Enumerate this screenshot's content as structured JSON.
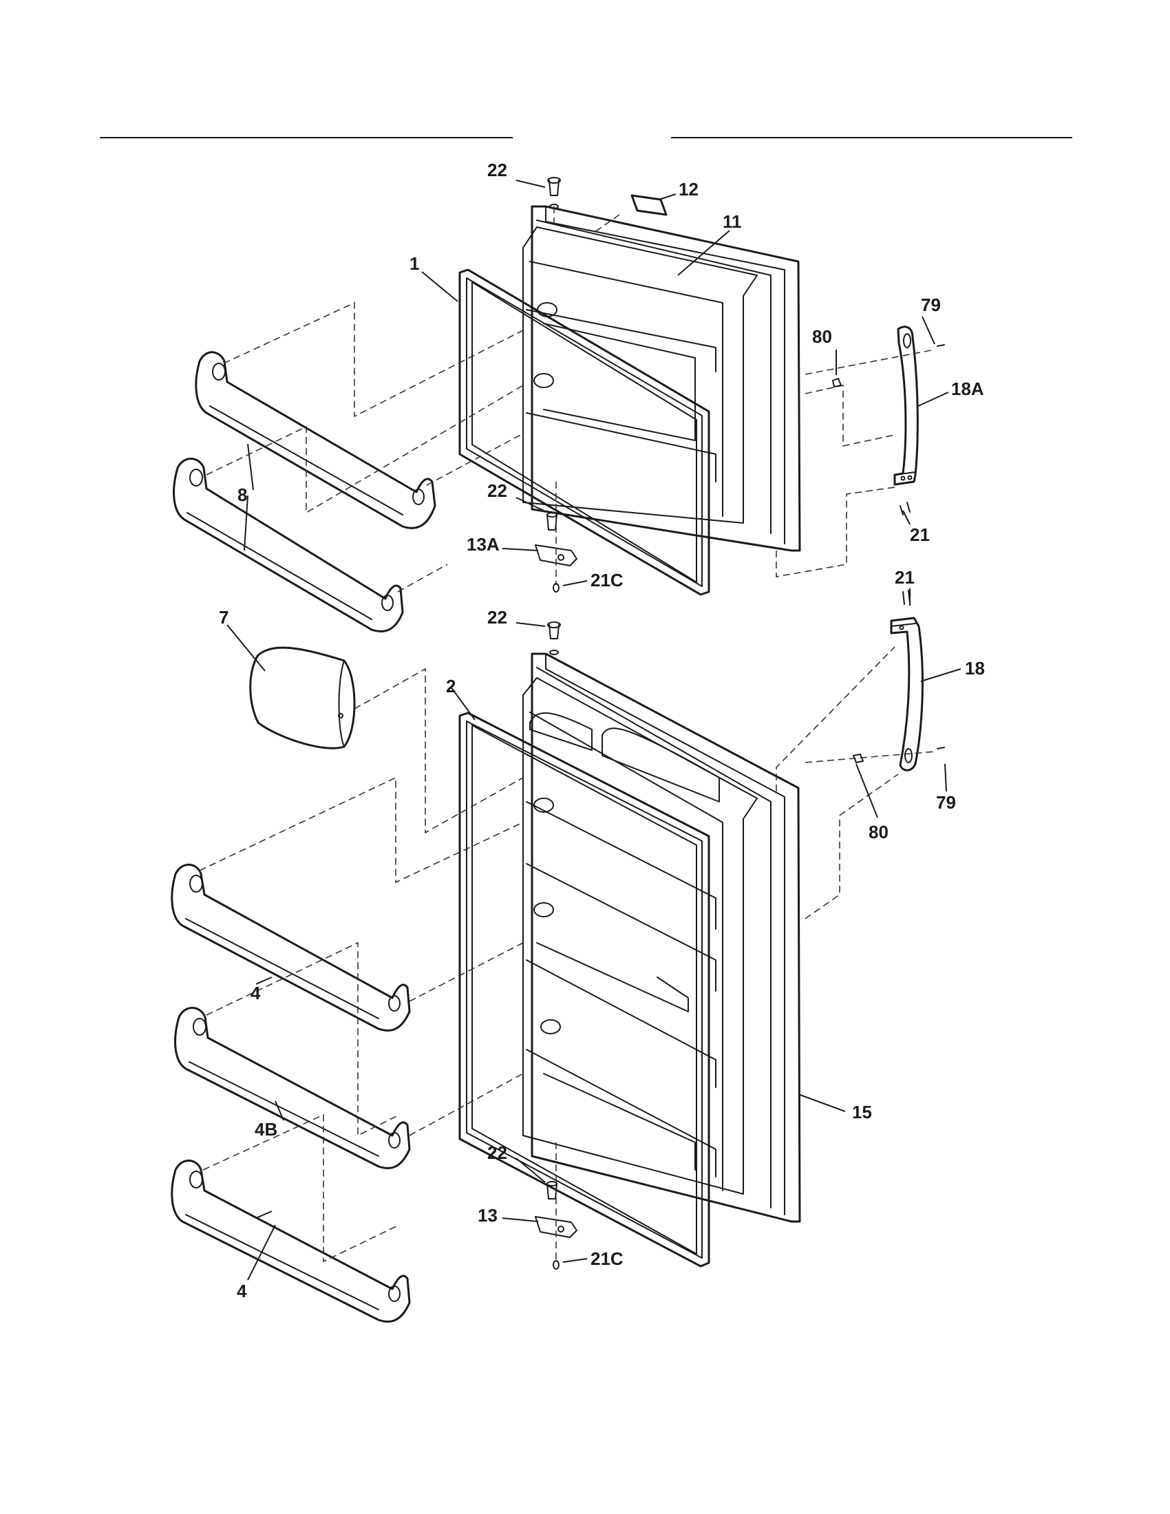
{
  "callouts": {
    "c1": "1",
    "c2": "2",
    "c4a": "4",
    "c4b": "4",
    "c4B": "4B",
    "c7": "7",
    "c8": "8",
    "c11": "11",
    "c12": "12",
    "c13": "13",
    "c13A": "13A",
    "c15": "15",
    "c18": "18",
    "c18A": "18A",
    "c21a": "21",
    "c21b": "21",
    "c21Ca": "21C",
    "c21Cb": "21C",
    "c22a": "22",
    "c22b": "22",
    "c22c": "22",
    "c22d": "22",
    "c79a": "79",
    "c79b": "79",
    "c80a": "80",
    "c80b": "80"
  }
}
